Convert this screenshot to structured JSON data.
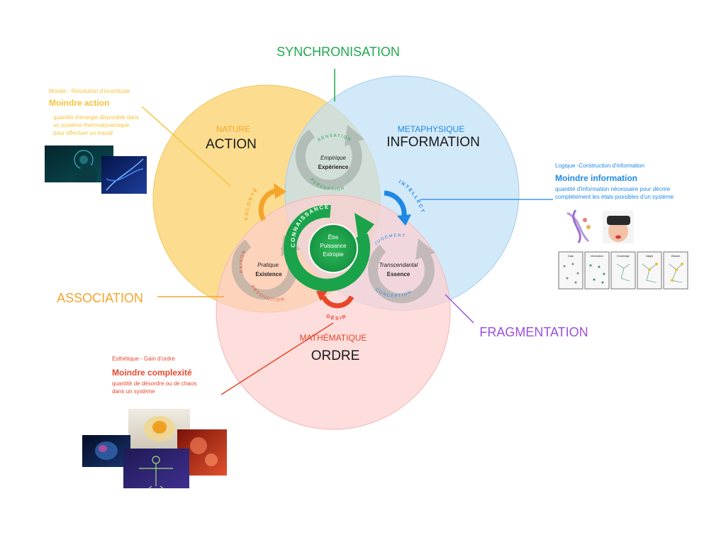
{
  "colors": {
    "nature": "#f5a52a",
    "info": "#1e88e5",
    "math": "#e8462a",
    "sync": "#1fa84f",
    "frag": "#9b4ee0",
    "center": "#1aa34a",
    "gray_arrow": "#9aa3a0"
  },
  "diagram": {
    "sync_label": "SYNCHRONISATION",
    "assoc_label": "ASSOCIATION",
    "frag_label": "FRAGMENTATION",
    "nature": {
      "sub": "NATURE",
      "title": "ACTION"
    },
    "info": {
      "sub": "METAPHYSIQUE",
      "title": "INFORMATION"
    },
    "math": {
      "sub": "MATHÉMATIQUE",
      "title": "ORDRE"
    },
    "empirique": {
      "italic": "Empirique",
      "bold": "Expérience",
      "arc_top": "SENSATION",
      "arc_bottom": "PERCEPTION"
    },
    "pratique": {
      "italic": "Pratique",
      "bold": "Existence",
      "arc_left": "RAISON",
      "arc_bottom": "PRODUCTION"
    },
    "transcendantal": {
      "italic": "Transcendantal",
      "bold": "Essence",
      "arc_top": "JUGEMENT",
      "arc_bottom": "CONCEPTION"
    },
    "center": {
      "line1": "Être",
      "line2": "Puissance",
      "line3": "Extropie",
      "arc": "CONNAISSANCE"
    },
    "arrows": {
      "volonte": "VOLONTÉ",
      "intellect": "INTELLECT",
      "desir": "DÉSIR"
    }
  },
  "panels": {
    "nature": {
      "small": "Morale - Résolution d'incertitude",
      "head": "Moindre action",
      "desc": [
        "quantité d'énergie disponible dans",
        "un système thermodynamique",
        "pour effectuer un travail"
      ]
    },
    "info": {
      "small": "Logique -Construction d'information",
      "head": "Moindre information",
      "desc": [
        "quantité d'information nécessaire pour décrire",
        "complètement les états possibles d'un système"
      ]
    },
    "math": {
      "small": "Esthétique - Gain d'ordre",
      "head": "Moindre complexité",
      "desc": [
        "quantité de désordre ou de chaos",
        "dans un système"
      ]
    }
  },
  "thumbs": {
    "info_cards": [
      "Data",
      "Information",
      "Knowledge",
      "Insight",
      "Wisdom"
    ]
  }
}
